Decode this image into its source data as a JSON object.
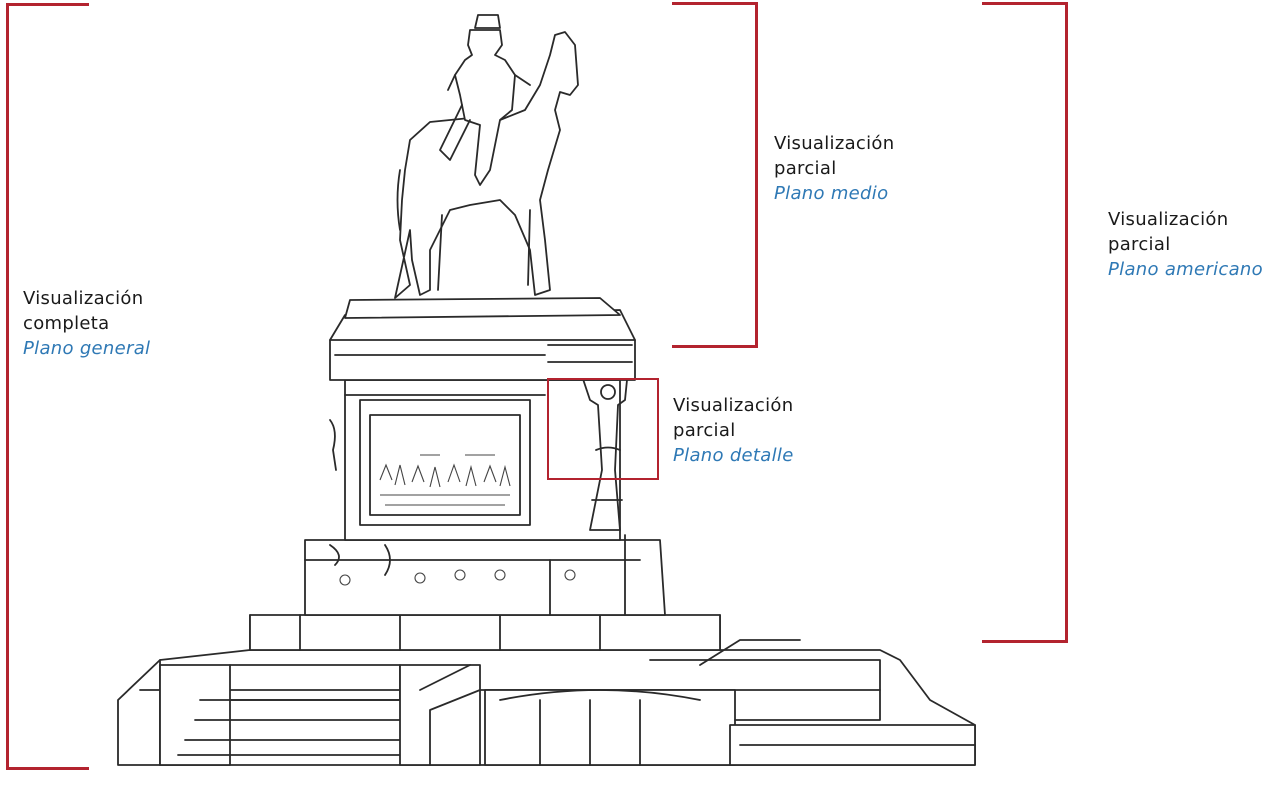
{
  "labels": {
    "general": {
      "line1": "Visualización",
      "line2": "completa",
      "sub": "Plano general"
    },
    "medio": {
      "line1": "Visualización",
      "line2": "parcial",
      "sub": "Plano medio"
    },
    "americano": {
      "line1": "Visualización",
      "line2": "parcial",
      "sub": "Plano americano"
    },
    "detalle": {
      "line1": "Visualización",
      "line2": "parcial",
      "sub": "Plano detalle"
    }
  },
  "colors": {
    "bracket": "#b3232f",
    "subtitle": "#2f79b5",
    "text": "#1a1a1a"
  },
  "image": {
    "subject": "equestrian-monument-line-drawing"
  }
}
